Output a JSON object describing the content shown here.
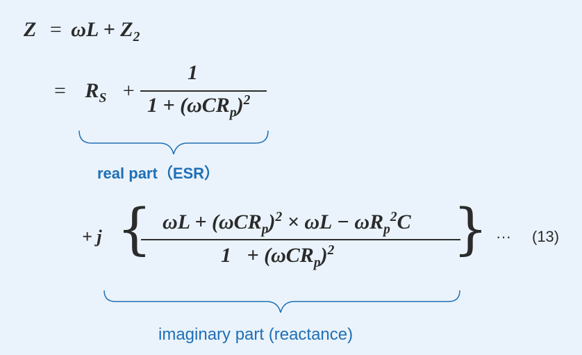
{
  "line1": {
    "lhs": "Z",
    "eq": "=",
    "rhs": "ωL + Z",
    "rhs_sub": "2"
  },
  "line2": {
    "eq": "=",
    "rs": "R",
    "rs_sub": "S",
    "plus": "+",
    "num": "1",
    "den_a": "1 + (ωCR",
    "den_sub": "p",
    "den_b": ")",
    "den_sup": "2",
    "label": "real part（ESR）"
  },
  "line3": {
    "prefix": "+ j",
    "num_a": "ωL + (ωCR",
    "num_sub1": "p",
    "num_b": ")",
    "num_sup1": "2",
    "num_c": "× ωL − ωR",
    "num_sub2": "p",
    "num_sup2": "2",
    "num_d": "C",
    "den_a": "1   + (ωCR",
    "den_sub": "p",
    "den_b": ")",
    "den_sup": "2",
    "ellipsis": "···",
    "eqno": "(13)",
    "label": "imaginary part (reactance)"
  },
  "colors": {
    "accent": "#1f6fb5",
    "text": "#2b2b2b",
    "background": "#eaf3fb"
  }
}
